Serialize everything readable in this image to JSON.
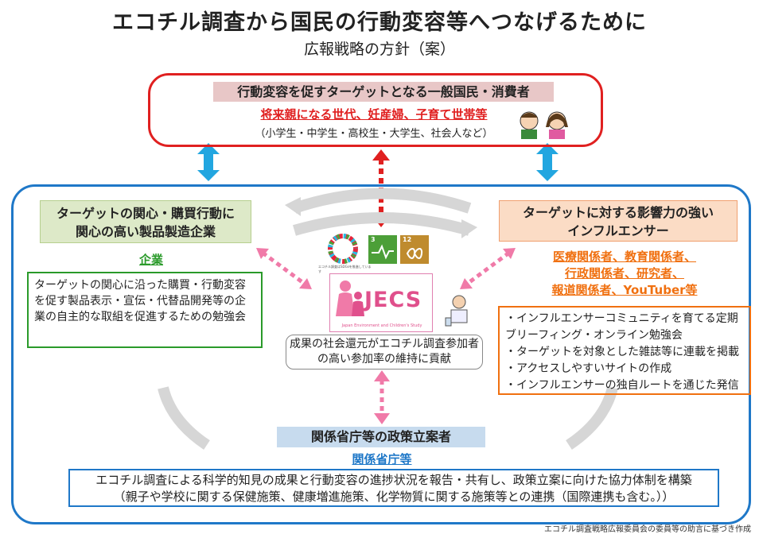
{
  "title": "エコチル調査から国民の行動変容等へつなげるために",
  "subtitle": "広報戦略の方針（案）",
  "target": {
    "heading": "行動変容を促すターゲットとなる一般国民・消費者",
    "highlight": "将来親になる世代、妊産婦、子育て世帯等",
    "note": "（小学生・中学生・高校生・大学生、社会人など）"
  },
  "left": {
    "heading_line1": "ターゲットの関心・購買行動に",
    "heading_line2": "関心の高い製品製造企業",
    "label": "企業",
    "body": "ターゲットの関心に沿った購買・行動変容を促す製品表示・宣伝・代替品開発等の企業の自主的な取組を促進するための勉強会"
  },
  "right": {
    "heading_line1": "ターゲットに対する影響力の強い",
    "heading_line2": "インフルエンサー",
    "label_lines": [
      "医療関係者、教育関係者、",
      "行政関係者、研究者、",
      "報道関係者、YouTuber等"
    ],
    "bullets": [
      "・インフルエンサーコミュニティを育てる定期ブリーフィング・オンライン勉強会",
      "・ターゲットを対象とした雑誌等に連載を掲載",
      "・アクセスしやすいサイトの作成",
      "・インフルエンサーの独自ルートを通じた発信"
    ]
  },
  "center": {
    "sdg_caption": "エコチル調査はSDGsを推進しています",
    "sdg_goal3": "3",
    "sdg_goal12": "12",
    "logo_text": "JECS",
    "logo_sub": "Japan Environment and Children's Study",
    "caption": "成果の社会還元がエコチル調査参加者の高い参加率の維持に貢献"
  },
  "bottom": {
    "heading": "関係省庁等の政策立案者",
    "label": "関係省庁等",
    "line1": "エコチル調査による科学的知見の成果と行動変容の進捗状況を報告・共有し、政策立案に向けた協力体制を構築",
    "line2": "（親子や学校に関する保健施策、健康増進施策、化学物質に関する施策等との連携（国際連携も含む。））"
  },
  "footnote": "エコチル調査戦略広報委員会の委員等の助言に基づき作成",
  "colors": {
    "red": "#e02020",
    "blue": "#1f78c8",
    "green": "#2a9a2a",
    "orange": "#f07010",
    "pink": "#f07aa8",
    "cyan": "#22a6e0"
  }
}
